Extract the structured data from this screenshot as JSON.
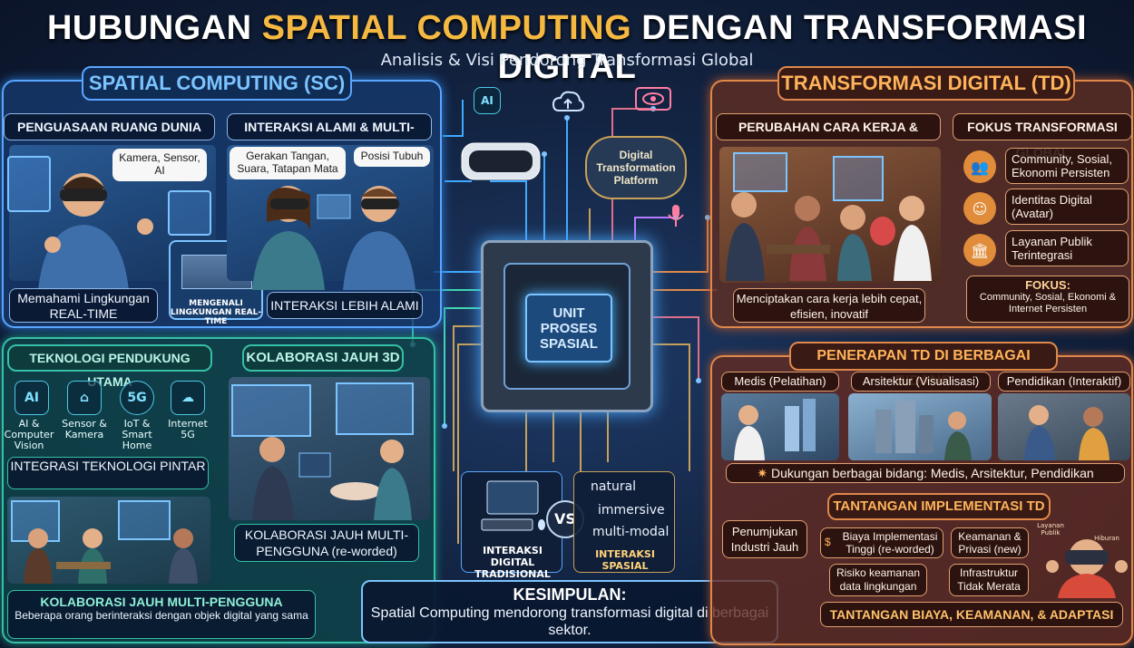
{
  "header": {
    "title_part1": "HUBUNGAN ",
    "title_highlight": "SPATIAL COMPUTING",
    "title_part2": " DENGAN TRANSFORMASI DIGITAL",
    "subtitle": "Analisis & Visi Pendorong Transformasi Global"
  },
  "sc": {
    "header": "SPATIAL COMPUTING (SC)",
    "left_title": "PENGUASAAN RUANG DUNIA NYATA",
    "left_bubble": "Kamera, Sensor, AI",
    "left_caption": "Memahami Lingkungan REAL-TIME",
    "inset_caption": "MENGENALI LINGKUNGAN REAL-TIME",
    "right_title": "INTERAKSI ALAMI & MULTI-MODAL",
    "right_bubble1": "Gerakan Tangan, Suara, Tatapan Mata",
    "right_bubble2": "Posisi Tubuh",
    "right_caption": "INTERAKSI LEBIH ALAMI"
  },
  "td": {
    "header": "TRANSFORMASI DIGITAL (TD)",
    "left_title": "PERUBAHAN CARA KERJA & LAYANAN",
    "left_caption": "Menciptakan cara kerja lebih cepat, efisien, inovatif",
    "right_title": "FOKUS TRANSFORMASI GLOBAL",
    "focus_items": [
      {
        "icon": "people-icon",
        "label": "Community, Sosial, Ekonomi Persisten"
      },
      {
        "icon": "identity-icon",
        "label": "Identitas Digital (Avatar)"
      },
      {
        "icon": "building-icon",
        "label": "Layanan Publik Terintegrasi"
      }
    ],
    "focus_box_title": "FOKUS:",
    "focus_box_body": "Community, Sosial, Ekonomi & Internet Persisten"
  },
  "center": {
    "chip_line1": "UNIT",
    "chip_line2": "PROSES",
    "chip_line3": "SPASIAL",
    "cloud_line1": "Digital",
    "cloud_line2": "Transformation",
    "cloud_line3": "Platform",
    "ai_chip_label": "AI",
    "vs_label": "VS",
    "traditional_label": "INTERAKSI DIGITAL TRADISIONAL",
    "spatial_label": "INTERAKSI SPASIAL",
    "spatial_traits": [
      "natural",
      "immersive",
      "multi-modal"
    ]
  },
  "tech": {
    "header": "TEKNOLOGI PENDUKUNG UTAMA",
    "items": [
      {
        "icon": "ai-icon",
        "glyph": "AI",
        "label": "AI & Computer Vision"
      },
      {
        "icon": "sensor-icon",
        "glyph": "⌂",
        "label": "Sensor & Kamera"
      },
      {
        "icon": "5g-icon",
        "glyph": "5G",
        "label": "IoT & Smart Home"
      },
      {
        "icon": "cloud-icon",
        "glyph": "☁",
        "label": "Internet 5G"
      }
    ],
    "integration": "INTEGRASI TEKNOLOGI PINTAR",
    "collab_title": "KOLABORASI JAUH MULTI-PENGGUNA",
    "collab_sub": "Beberapa orang berinteraksi dengan objek digital yang sama"
  },
  "collab3d": {
    "header": "KOLABORASI JAUH 3D",
    "caption": "KOLABORASI JAUH MULTI-PENGGUNA (re-worded)"
  },
  "apps": {
    "header": "PENERAPAN TD DI BERBAGAI BIDANG",
    "fields": [
      "Medis (Pelatihan)",
      "Arsitektur (Visualisasi)",
      "Pendidikan (Interaktif)"
    ],
    "support": "Dukungan berbagai bidang: Medis, Arsitektur, Pendidikan",
    "challenge_header": "TANTANGAN IMPLEMENTASI TD",
    "challenges": [
      "Penumjukan Industri Jauh",
      "Biaya Implementasi Tinggi (re-worded)",
      "Keamanan & Privasi (new)",
      "Risiko keamanan data lingkungan",
      "Infrastruktur Tidak Merata"
    ],
    "tiny_labels": [
      "Layanan Publik",
      "Hiburan"
    ],
    "challenge_footer": "TANTANGAN BIAYA, KEAMANAN, & ADAPTASI"
  },
  "conclusion": {
    "title": "KESIMPULAN:",
    "body": "Spatial Computing mendorong transformasi digital di berbagai sektor."
  }
}
